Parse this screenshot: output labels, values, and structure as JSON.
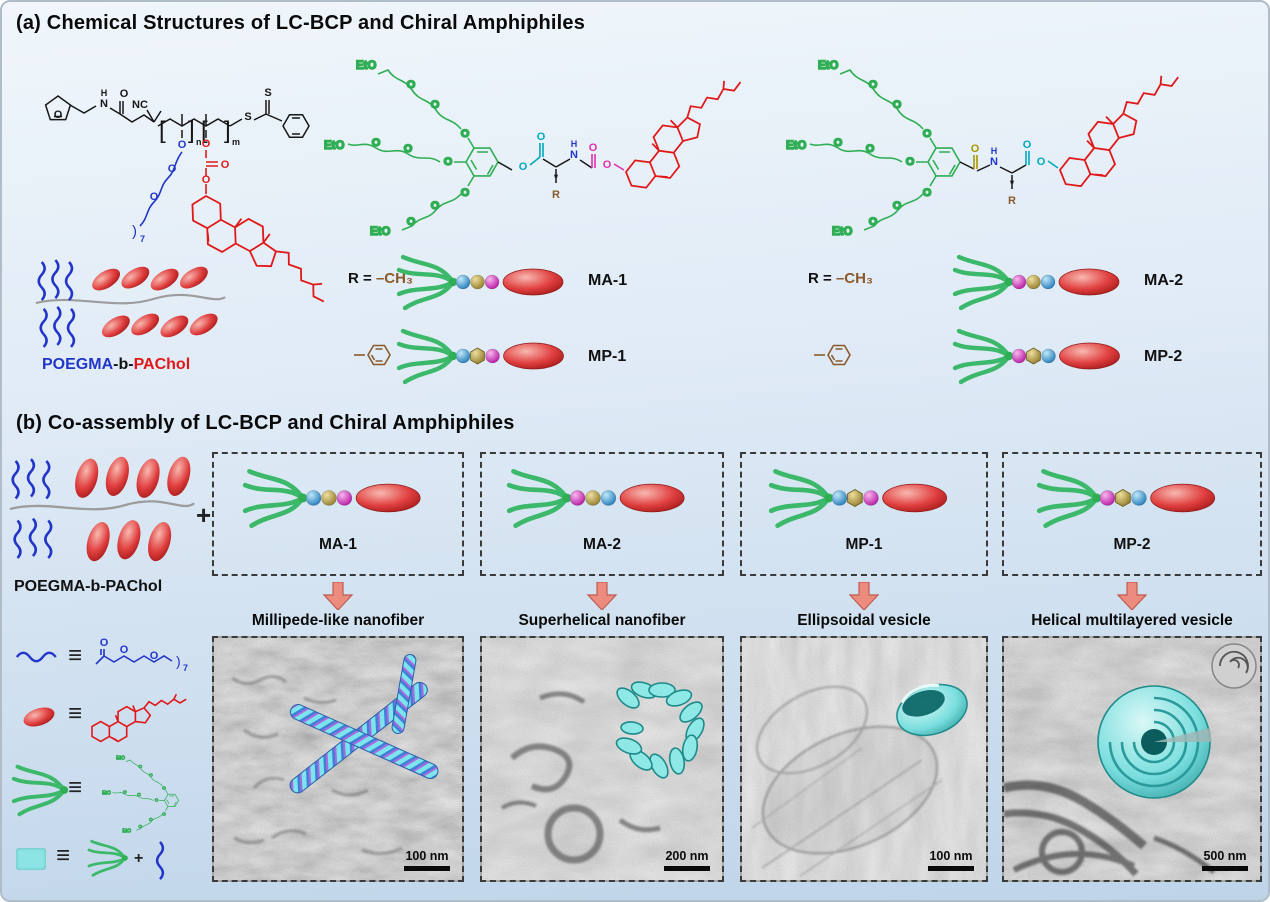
{
  "panel_a": {
    "title": "(a) Chemical Structures of LC-BCP and Chiral Amphiphiles",
    "polymer_name": {
      "blue": "POEGMA",
      "mid": "-b-",
      "red": "PAChol"
    },
    "groups": [
      {
        "r_prefix": "R = ",
        "r_methyl": "–CH₃",
        "items": [
          {
            "label": "MA-1",
            "beads": [
              "blue",
              "khaki",
              "magenta"
            ]
          },
          {
            "label": "MP-1",
            "beads": [
              "blue",
              "hex",
              "magenta"
            ]
          }
        ]
      },
      {
        "r_prefix": "R = ",
        "r_methyl": "–CH₃",
        "items": [
          {
            "label": "MA-2",
            "beads": [
              "magenta",
              "khaki",
              "blue"
            ]
          },
          {
            "label": "MP-2",
            "beads": [
              "magenta",
              "hex",
              "blue"
            ]
          }
        ]
      }
    ]
  },
  "panel_b": {
    "title": "(b) Co-assembly of LC-BCP and Chiral Amphiphiles",
    "polymer_label": "POEGMA-b-PAChol",
    "plus": "+",
    "columns": [
      {
        "amphiphile": "MA-1",
        "beads": [
          "blue",
          "khaki",
          "magenta"
        ],
        "morphology": "Millipede-like nanofiber",
        "scale_bar": "100 nm"
      },
      {
        "amphiphile": "MA-2",
        "beads": [
          "magenta",
          "khaki",
          "blue"
        ],
        "morphology": "Superhelical nanofiber",
        "scale_bar": "200 nm"
      },
      {
        "amphiphile": "MP-1",
        "beads": [
          "blue",
          "hex",
          "magenta"
        ],
        "morphology": "Ellipsoidal vesicle",
        "scale_bar": "100 nm"
      },
      {
        "amphiphile": "MP-2",
        "beads": [
          "magenta",
          "hex",
          "blue"
        ],
        "morphology": "Helical multilayered vesicle",
        "scale_bar": "500 nm"
      }
    ],
    "legend": {
      "equiv": "≡",
      "plus": "+"
    }
  },
  "structure_labels": {
    "O": "O",
    "N": "N",
    "H": "H",
    "S": "S",
    "NC": "NC",
    "EtO": "EtO",
    "OEt": "OEt",
    "n": "n",
    "m": "m",
    "seven": "7",
    "star": "*",
    "R": "R"
  },
  "colors": {
    "poegma_blue": "#2136c9",
    "pachol_red": "#e01818",
    "dendron_green": "#2fae54",
    "bead_blue": "#1f78b8",
    "bead_magenta": "#b414a0",
    "bead_khaki": "#8f7a28",
    "assembly_cyan": "#8ce4e4",
    "arrow_salmon": "#ec8c7e",
    "linker_cyan": "#00a8c0",
    "linker_magenta": "#e030b0",
    "linker_yellow": "#a89800",
    "r_group_brown": "#8a5a2a"
  }
}
